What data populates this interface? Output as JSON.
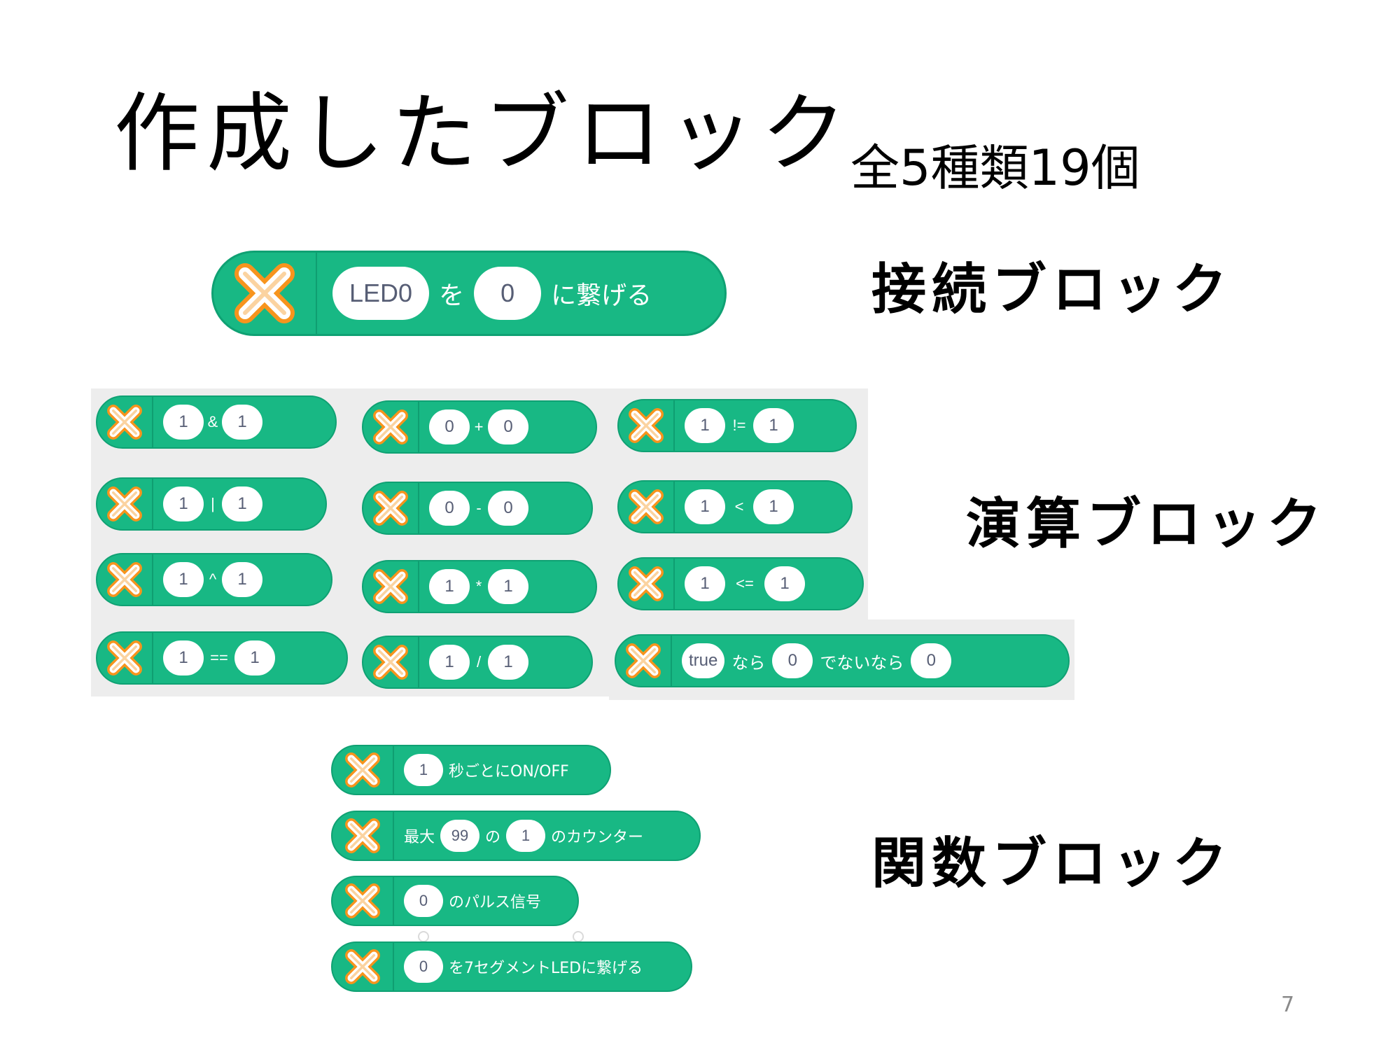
{
  "slide": {
    "title": "作成したブロック",
    "subtitle": "全5種類19個",
    "page_number": "7"
  },
  "sections": {
    "connection": "接続ブロック",
    "operation": "演算ブロック",
    "function": "関数ブロック"
  },
  "connection_block": {
    "slot1": "LED0",
    "text1": "を",
    "slot2": "0",
    "text2": "に繋げる"
  },
  "operation_blocks": {
    "and": {
      "a": "1",
      "op": "&",
      "b": "1"
    },
    "or": {
      "a": "1",
      "op": "|",
      "b": "1"
    },
    "xor": {
      "a": "1",
      "op": "^",
      "b": "1"
    },
    "eq": {
      "a": "1",
      "op": "==",
      "b": "1"
    },
    "add": {
      "a": "0",
      "op": "+",
      "b": "0"
    },
    "sub": {
      "a": "0",
      "op": "-",
      "b": "0"
    },
    "mul": {
      "a": "1",
      "op": "*",
      "b": "1"
    },
    "div": {
      "a": "1",
      "op": "/",
      "b": "1"
    },
    "neq": {
      "a": "1",
      "op": "!=",
      "b": "1"
    },
    "lt": {
      "a": "1",
      "op": "<",
      "b": "1"
    },
    "le": {
      "a": "1",
      "op": "<=",
      "b": "1"
    },
    "ternary": {
      "cond": "true",
      "t1": "なら",
      "v1": "0",
      "t2": "でないなら",
      "v2": "0"
    }
  },
  "function_blocks": {
    "blink": {
      "slot": "1",
      "text": "秒ごとにON/OFF"
    },
    "counter": {
      "t1": "最大",
      "s1": "99",
      "t2": "の",
      "s2": "1",
      "t3": "のカウンター"
    },
    "pulse": {
      "slot": "0",
      "text": "のパルス信号"
    },
    "segment": {
      "slot": "0",
      "text": "を7セグメントLEDに繋げる"
    }
  },
  "colors": {
    "block_fill": "#18b884",
    "block_border": "#0fa173",
    "icon_orange": "#f7941d"
  }
}
